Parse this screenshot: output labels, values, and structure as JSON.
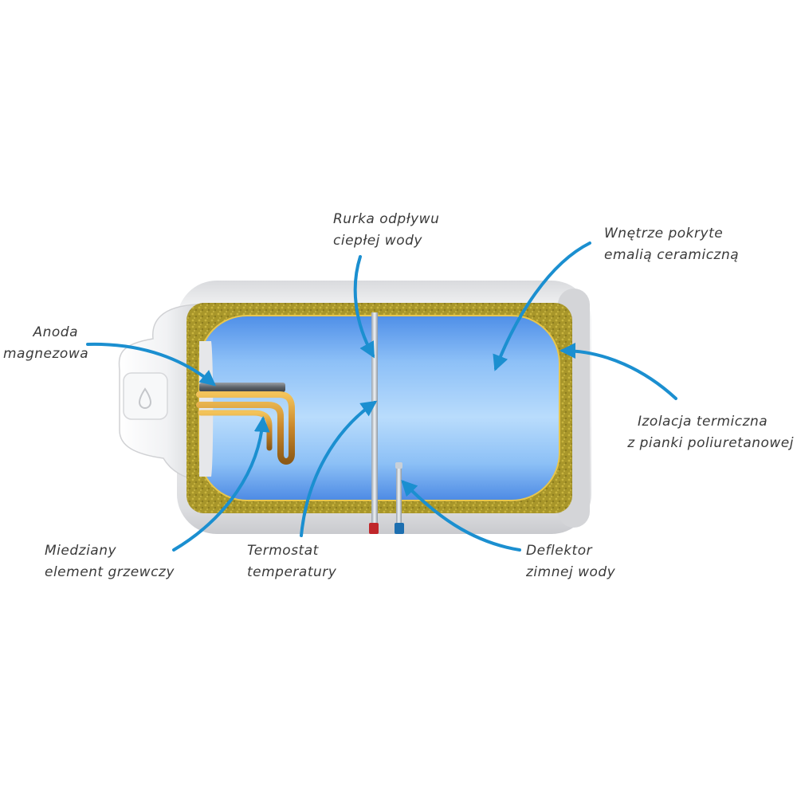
{
  "labels": {
    "hot_water_outlet": {
      "line1": "Rurka odpływu",
      "line2": "ciepłej wody"
    },
    "enamel_interior": {
      "line1": "Wnętrze pokryte",
      "line2": "emalią ceramiczną"
    },
    "magnesium_anode": {
      "line1": "Anoda",
      "line2": "magnezowa"
    },
    "insulation": {
      "line1": "Izolacja termiczna",
      "line2": "z pianki poliuretanowej"
    },
    "heating_element": {
      "line1": "Miedziany",
      "line2": "element grzewczy"
    },
    "thermostat": {
      "line1": "Termostat",
      "line2": "temperatury"
    },
    "cold_deflector": {
      "line1": "Deflektor",
      "line2": "zimnej wody"
    }
  },
  "colors": {
    "arrow": "#1b8fd0",
    "insulation": "#b4a02c",
    "water": "#6aa8f0",
    "copper": "#c8862a",
    "shell": "#e9eaec",
    "hot_pipe_tip": "#c0262a",
    "cold_pipe_tip": "#1d6fb0"
  },
  "icons": {
    "control_panel": "water-drop-icon"
  }
}
